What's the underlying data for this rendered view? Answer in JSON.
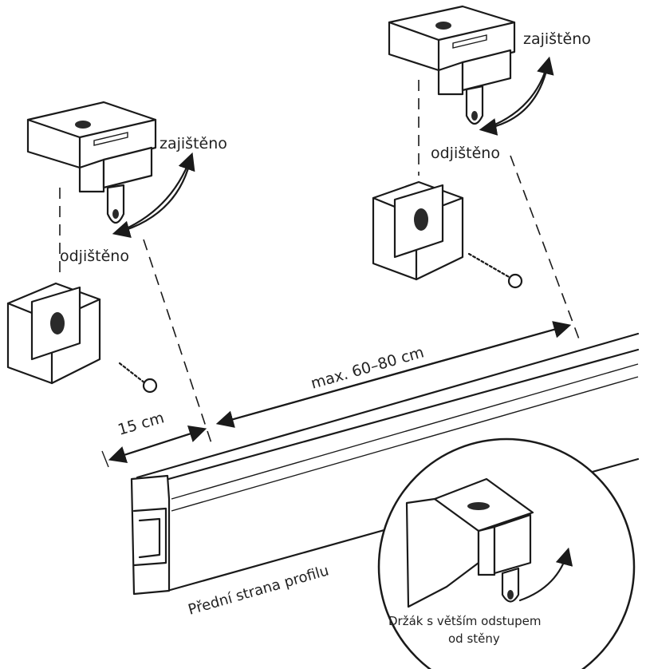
{
  "labels": {
    "locked_right": "zajištěno",
    "unlocked_right": "odjištěno",
    "locked_left": "zajištěno",
    "unlocked_left": "odjištěno",
    "spacing": "max. 60–80 cm",
    "edge_distance": "15 cm",
    "profile_front": "Přední strana profilu",
    "detail_line1": "Držák s větším odstupem",
    "detail_line2": "od stěny"
  },
  "colors": {
    "ink": "#1a1a1a",
    "paper": "#ffffff"
  }
}
